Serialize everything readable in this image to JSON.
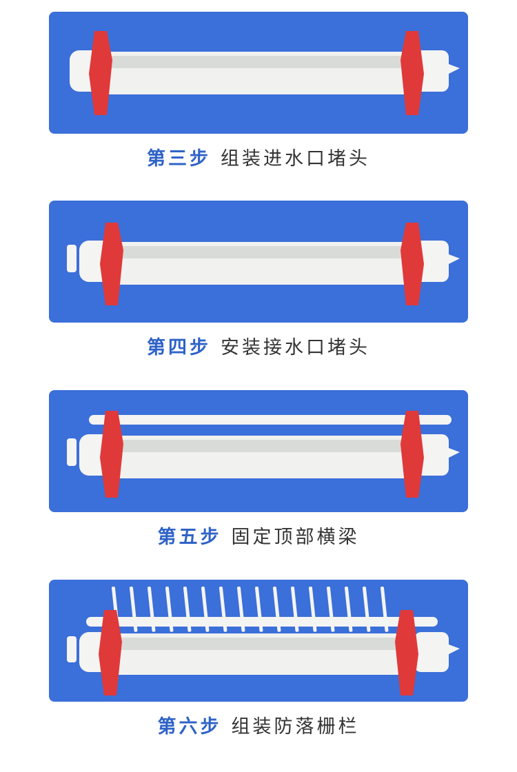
{
  "steps": [
    {
      "label": "第三步",
      "text": "组装进水口堵头"
    },
    {
      "label": "第四步",
      "text": "安装接水口堵头"
    },
    {
      "label": "第五步",
      "text": "固定顶部横梁"
    },
    {
      "label": "第六步",
      "text": "组装防落栅栏"
    }
  ],
  "colors": {
    "panel": "#3b6fd9",
    "step_label": "#2f63c7",
    "caption_text": "#333333",
    "bracket": "#e0393a"
  }
}
